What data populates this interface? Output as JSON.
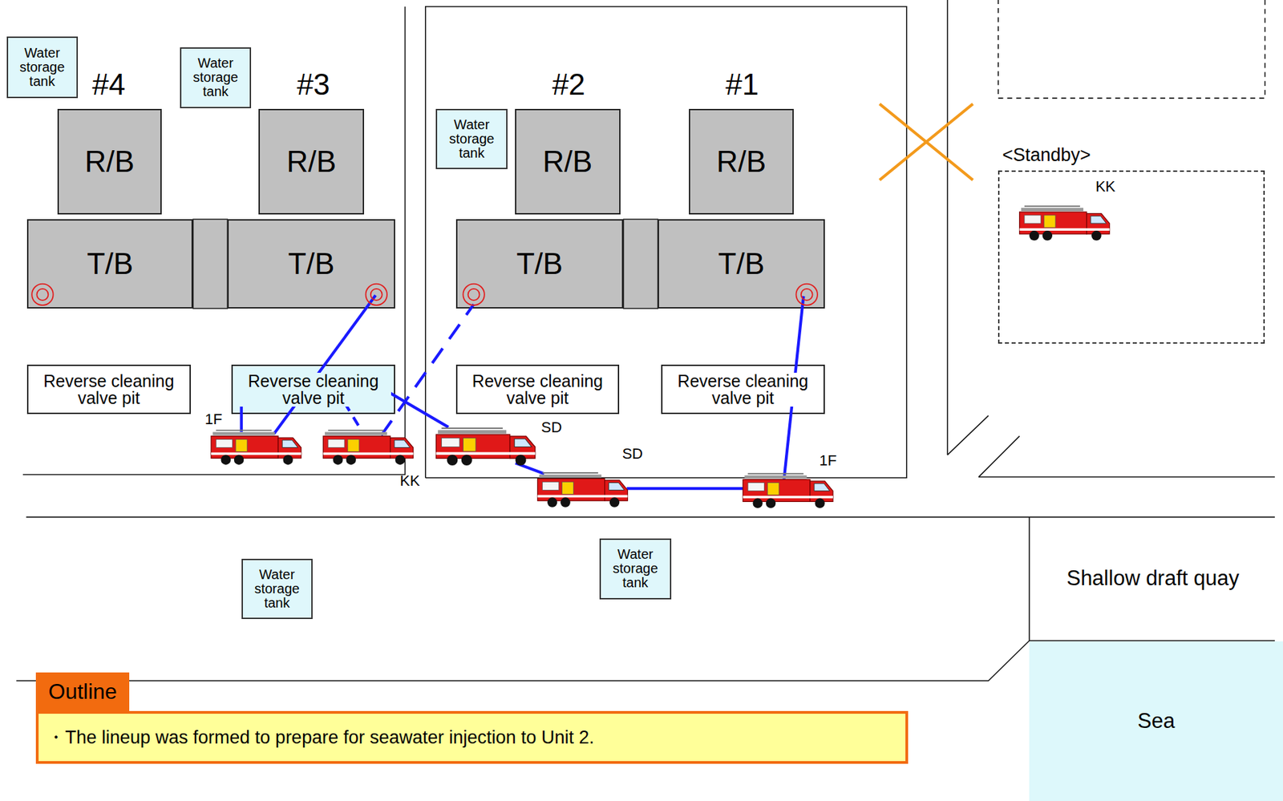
{
  "diagram": {
    "nodes": [
      {
        "text": [
          "Water storage tank"
        ]
      },
      {
        "text": [
          "Water storage tank"
        ]
      },
      {
        "text": [
          "R/B"
        ]
      },
      {
        "text": [
          "R/B"
        ]
      },
      {
        "text": [
          "Water storage tank"
        ]
      },
      {
        "text": [
          "R/B"
        ]
      },
      {
        "text": [
          "R/B"
        ]
      },
      {
        "text": [
          "<Standby>"
        ]
      },
      {
        "text": [
          "T/B"
        ]
      },
      {
        "text": [
          "T/B"
        ]
      },
      {
        "text": [
          "T/B"
        ]
      },
      {
        "text": [
          "T/B"
        ]
      },
      {
        "text": [
          "Reverse cleaning valve pit"
        ]
      },
      {
        "text": [
          "Reverse cleaning valve pit"
        ]
      },
      {
        "text": [
          "Reverse cleaning valve pit"
        ]
      },
      {
        "text": [
          "Reverse cleaning valve pit"
        ]
      },
      {
        "text": [
          "Water storage tank"
        ]
      },
      {
        "text": [
          "Water storage tank"
        ]
      },
      {
        "text": [
          "Shallow draft quay"
        ]
      },
      {
        "text": [
          "Outline",
          "・The lineup was formed to prepare for seawater injection to Unit 2."
        ]
      },
      {
        "text": [
          "Sea"
        ]
      }
    ],
    "labels": [
      "#4",
      "#3",
      "#2",
      "#1",
      "KK",
      "1F",
      "SD",
      "SD",
      "1F",
      "KK"
    ]
  }
}
